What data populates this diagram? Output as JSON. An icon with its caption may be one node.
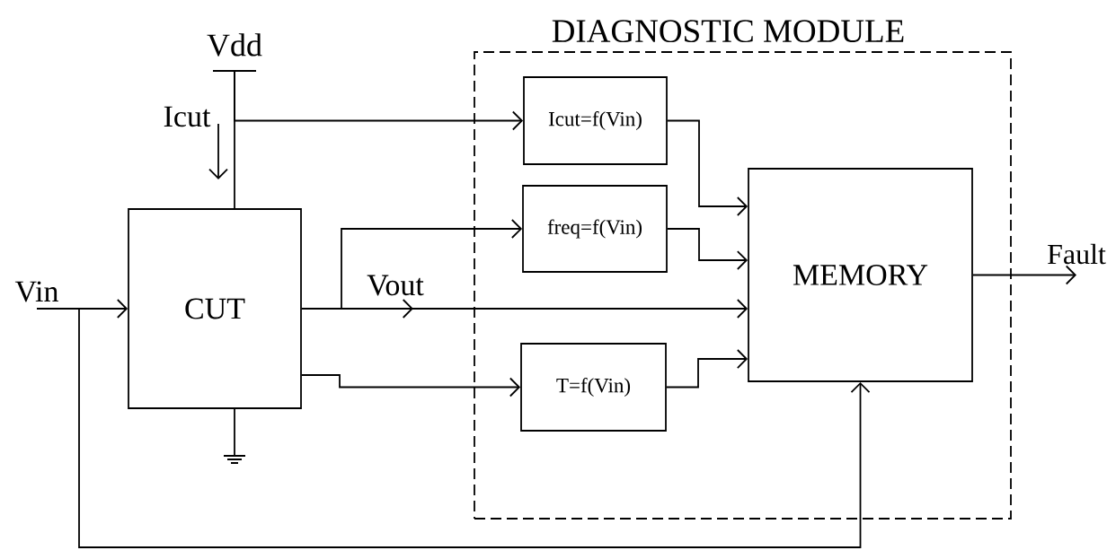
{
  "diagram": {
    "nodes": [
      {
        "text": [
          "DIAGNOSTIC MODULE"
        ]
      },
      {
        "text": [
          "CUT"
        ]
      },
      {
        "text": [
          "Icut=f(Vin)"
        ],
        "in": 0
      },
      {
        "text": [
          "freq=f(Vin)"
        ],
        "in": 0
      },
      {
        "text": [
          "T=f(Vin)"
        ],
        "in": 0
      },
      {
        "text": [
          "MEMORY"
        ],
        "in": 0
      },
      {
        "text": [
          "Vin"
        ]
      },
      {
        "text": [
          "Vdd"
        ]
      },
      {
        "text": [
          "Fault"
        ]
      }
    ],
    "edges": [
      {
        "from": 7,
        "to": 1,
        "arrow": "none"
      },
      {
        "from": 7,
        "to": 2,
        "arrow": "to"
      },
      {
        "from": 6,
        "to": 1,
        "arrow": "to"
      },
      {
        "from": 6,
        "to": 5,
        "arrow": "to"
      },
      {
        "from": 1,
        "to": 3,
        "arrow": "to"
      },
      {
        "from": 1,
        "to": 5,
        "arrow": "to",
        "label": "Vout"
      },
      {
        "from": 1,
        "to": 4,
        "arrow": "to"
      },
      {
        "from": 2,
        "to": 5,
        "arrow": "to"
      },
      {
        "from": 3,
        "to": 5,
        "arrow": "to"
      },
      {
        "from": 4,
        "to": 5,
        "arrow": "to"
      },
      {
        "from": 5,
        "to": 8,
        "arrow": "to"
      }
    ],
    "labels": [
      "Icut"
    ]
  }
}
